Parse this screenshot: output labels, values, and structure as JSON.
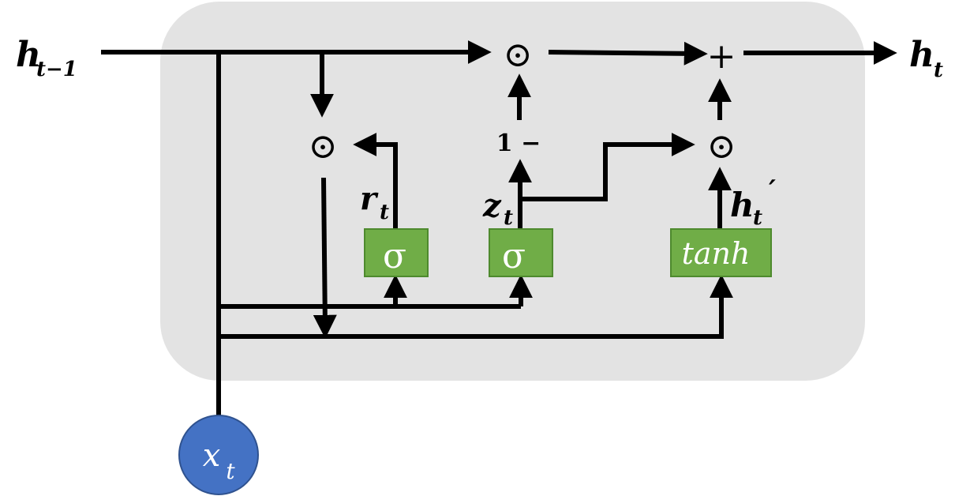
{
  "labels": {
    "h_prev": {
      "main": "h",
      "sub": "t−1"
    },
    "h_out": {
      "main": "h",
      "sub": "t"
    },
    "x_in": {
      "main": "x",
      "sub": "t"
    },
    "r": {
      "main": "r",
      "sub": "t"
    },
    "z": {
      "main": "z",
      "sub": "t"
    },
    "h_cand": {
      "main": "h",
      "sub": "t",
      "prime": "′"
    }
  },
  "operators": {
    "mult_top": "⊙",
    "plus": "+",
    "mult_reset": "⊙",
    "mult_update": "⊙",
    "one_minus": "1 −"
  },
  "gates": {
    "reset_gate": "σ",
    "update_gate": "σ",
    "candidate": "tanh"
  },
  "colors": {
    "cell_background": "#e3e3e3",
    "gate_fill": "#70ad47",
    "gate_stroke": "#4e8a2e",
    "input_node_fill": "#4472c4",
    "input_node_stroke": "#2f528f",
    "wire": "#000000"
  }
}
